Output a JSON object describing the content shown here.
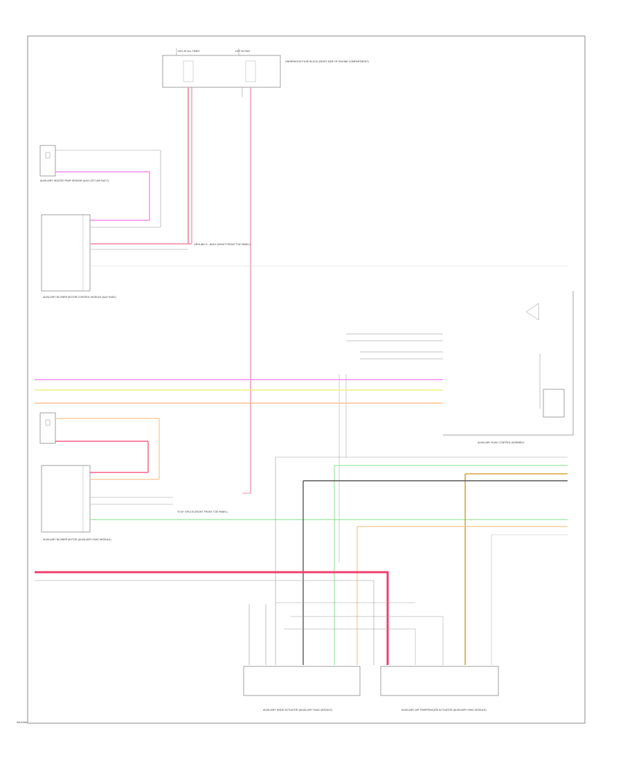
{
  "colors": {
    "violet": "#f08cf0",
    "yellow": "#f2ef7a",
    "orange": "#f7c48f",
    "pink": "#f2a3b7",
    "red": "#ef3e6c",
    "green": "#9be6a0",
    "dark_yellow": "#d8a43c",
    "gray": "#555555",
    "frame": "#888888",
    "thin": "#aaaaaa"
  },
  "components": {
    "fuse_block": "UNDERHOOD FUSE BLOCK (RIGHT SIDE OF ENGINE COMPARTMENT)",
    "driver_temp_sensor": "AUXILIARY HEATER TEMP SENSOR (AUX LEFT AIR DUCT)",
    "driver_blower_module": "AUXILIARY BLOWER MOTOR CONTROL MODULE (AUX HVAC)",
    "aux_hvac_control": "AUXILIARY HVAC CONTROL ASSEMBLY",
    "aux_blower_motor": "AUXILIARY BLOWER MOTOR (AUXILIARY HVAC MODULE)",
    "mode_actuator": "AUXILIARY MODE ACTUATOR (AUXILIARY HVAC MODULE)",
    "temp_actuator": "AUXILIARY AIR TEMPERATURE ACTUATOR (AUXILIARY HVAC MODULE)",
    "ground_note_1": "GROUND G - BODY (RIGHT FRONT TOE PANEL)",
    "ground_note_2": "TO B+ SPLICE (RIGHT FRONT TOE PANEL)"
  },
  "footer_code": "W12345"
}
